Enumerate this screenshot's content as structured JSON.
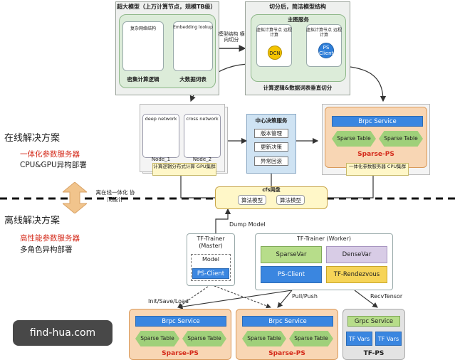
{
  "top_left_panel": {
    "title": "超大模型（上万计算节点，规模TB级）",
    "left_card_label": "复杂网络结构",
    "right_card_label": "Embedding lookup",
    "caption_left": "密集计算逻辑",
    "caption_right": "大数据词表"
  },
  "split_arrow_label": "模型结构 横向切分",
  "top_right_panel": {
    "title": "切分后，简洁模型结构",
    "main_service": "主图服务",
    "left_card_label": "虚拟计算节点 远程计算",
    "right_card_label": "虚拟计算节点 远程计算",
    "dcn": "DCN",
    "ps_client": "PS Client",
    "caption": "计算逻辑&数据词表垂直切分"
  },
  "online": {
    "heading": "在线解决方案",
    "sub_red": "一体化参数服务器",
    "sub_black": "CPU&GPU异构部署"
  },
  "gpu_cluster": {
    "node1_title": "deep network",
    "node2_title": "cross network",
    "node1_label": "Node_1",
    "node2_label": "Node_2",
    "caption": "计算逻辑分布式计算 GPU集群"
  },
  "decision": {
    "title": "中心决策服务",
    "items": [
      "版本管理",
      "更新决策",
      "异常回滚"
    ]
  },
  "online_ps": {
    "service": "Brpc Service",
    "table1": "Sparse Table",
    "table2": "Sparse Table",
    "name": "Sparse-PS",
    "caption": "一体化参数服务器 CPU集群"
  },
  "cfs": {
    "title": "cfs网盘",
    "model1": "算法模型",
    "model2": "算法模型"
  },
  "integration_label": "离在线一体化 协同设计",
  "dump_label": "Dump Model",
  "offline": {
    "heading": "离线解决方案",
    "sub_red": "高性能参数服务器",
    "sub_black": "多角色异构部署"
  },
  "master": {
    "title": "TF-Trainer (Master)",
    "model": "Model",
    "client": "PS-Client"
  },
  "worker": {
    "title": "TF-Trainer (Worker)",
    "sparse_var": "SparseVar",
    "dense_var": "DenseVar",
    "client": "PS-Client",
    "rendezvous": "TF-Rendezvous"
  },
  "edge_labels": {
    "init": "Init/Save/Load",
    "pull": "Pull/Push",
    "recv": "RecvTensor"
  },
  "bottom_ps1": {
    "service": "Brpc Service",
    "table1": "Sparse Table",
    "table2": "Sparse Table",
    "name": "Sparse-PS"
  },
  "bottom_ps2": {
    "service": "Brpc Service",
    "table1": "Sparse Table",
    "table2": "Sparse Table",
    "name": "Sparse-PS"
  },
  "tf_ps": {
    "service": "Grpc Service",
    "var1": "TF Vars",
    "var2": "TF Vars",
    "name": "TF-PS"
  },
  "watermark": "find-hua.com",
  "colors": {
    "red_text": "#d42a1a",
    "blue": "#3a86e0",
    "green": "#9fd07a",
    "orange_panel": "#f8d6b4"
  }
}
